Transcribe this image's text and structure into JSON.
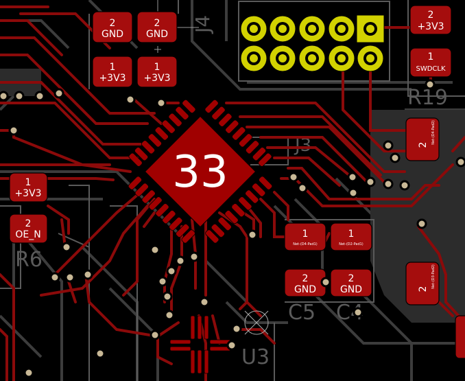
{
  "chip": {
    "label": "33",
    "color": "#a00000"
  },
  "colors": {
    "background": "#000000",
    "copper_front": "#8b0a0a",
    "copper_bright": "#c01010",
    "copper_back": "#3a3a3a",
    "silkscreen": "#5a5a5a",
    "header_pad": "#d2d200",
    "via_fill": "#c8b896"
  },
  "pads": [
    {
      "num": "2",
      "net": "GND"
    },
    {
      "num": "2",
      "net": "GND"
    },
    {
      "num": "1",
      "net": "+3V3"
    },
    {
      "num": "1",
      "net": "+3V3"
    },
    {
      "num": "2",
      "net": "+3V3"
    },
    {
      "num": "1",
      "net": "SWDCLK"
    },
    {
      "num": "1",
      "net": "+3V3"
    },
    {
      "num": "2",
      "net": "OE_N"
    },
    {
      "num": "1",
      "net": "Net-(D4-Pad1)"
    },
    {
      "num": "1",
      "net": "Net-(D2-Pad1)"
    },
    {
      "num": "2",
      "net": "GND"
    },
    {
      "num": "2",
      "net": "GND"
    },
    {
      "num": "2",
      "net": "Net-(D4-Pad2)"
    },
    {
      "num": "2",
      "net": "Net-(D3-Pad2)"
    }
  ],
  "silk_labels": {
    "j4": "J4",
    "r19": "R19",
    "c5": "C5",
    "c4": "C4",
    "u3": "U3",
    "r6": "R6",
    "j3": "J3"
  }
}
